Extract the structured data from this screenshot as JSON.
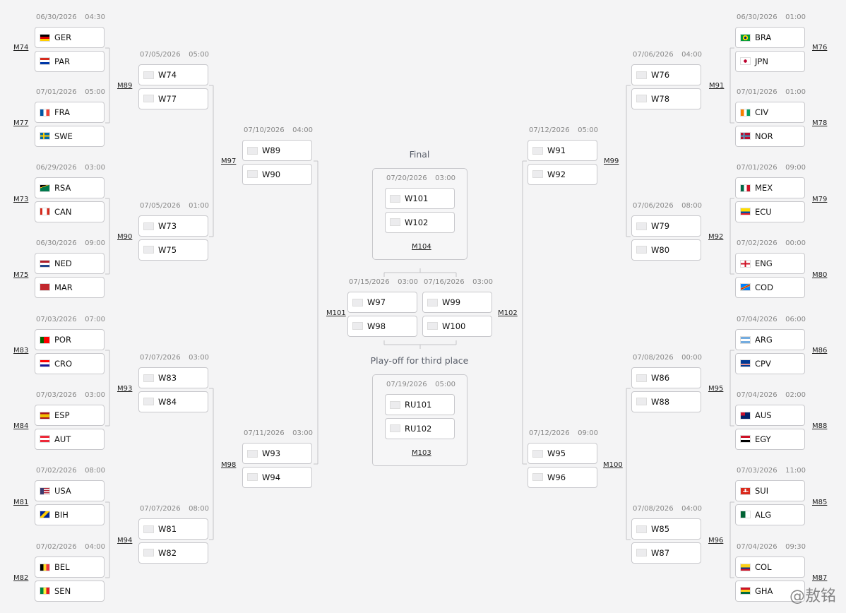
{
  "colors": {
    "bg": "#f4f4f5",
    "box_border": "#c8c8cc",
    "line": "#c4c4c8",
    "placeholder_flag": "#e8e8ea"
  },
  "labels": {
    "final": "Final",
    "third_place": "Play-off for third place",
    "watermark": "@敖铭"
  },
  "matches": [
    {
      "id": "m74",
      "label": "M74",
      "date": "06/30/2026",
      "time": "04:30",
      "teams": [
        {
          "code": "GER",
          "flag": "ger"
        },
        {
          "code": "PAR",
          "flag": "par"
        }
      ]
    },
    {
      "id": "m77",
      "label": "M77",
      "date": "07/01/2026",
      "time": "05:00",
      "teams": [
        {
          "code": "FRA",
          "flag": "fra"
        },
        {
          "code": "SWE",
          "flag": "swe"
        }
      ]
    },
    {
      "id": "m73",
      "label": "M73",
      "date": "06/29/2026",
      "time": "03:00",
      "teams": [
        {
          "code": "RSA",
          "flag": "rsa"
        },
        {
          "code": "CAN",
          "flag": "can"
        }
      ]
    },
    {
      "id": "m75",
      "label": "M75",
      "date": "06/30/2026",
      "time": "09:00",
      "teams": [
        {
          "code": "NED",
          "flag": "ned"
        },
        {
          "code": "MAR",
          "flag": "mar"
        }
      ]
    },
    {
      "id": "m83",
      "label": "M83",
      "date": "07/03/2026",
      "time": "07:00",
      "teams": [
        {
          "code": "POR",
          "flag": "por"
        },
        {
          "code": "CRO",
          "flag": "cro"
        }
      ]
    },
    {
      "id": "m84",
      "label": "M84",
      "date": "07/03/2026",
      "time": "03:00",
      "teams": [
        {
          "code": "ESP",
          "flag": "esp"
        },
        {
          "code": "AUT",
          "flag": "aut"
        }
      ]
    },
    {
      "id": "m81",
      "label": "M81",
      "date": "07/02/2026",
      "time": "08:00",
      "teams": [
        {
          "code": "USA",
          "flag": "usa"
        },
        {
          "code": "BIH",
          "flag": "bih"
        }
      ]
    },
    {
      "id": "m82",
      "label": "M82",
      "date": "07/02/2026",
      "time": "04:00",
      "teams": [
        {
          "code": "BEL",
          "flag": "bel"
        },
        {
          "code": "SEN",
          "flag": "sen"
        }
      ]
    },
    {
      "id": "m89",
      "label": "M89",
      "date": "07/05/2026",
      "time": "05:00",
      "teams": [
        {
          "code": "W74",
          "flag": "none"
        },
        {
          "code": "W77",
          "flag": "none"
        }
      ]
    },
    {
      "id": "m90",
      "label": "M90",
      "date": "07/05/2026",
      "time": "01:00",
      "teams": [
        {
          "code": "W73",
          "flag": "none"
        },
        {
          "code": "W75",
          "flag": "none"
        }
      ]
    },
    {
      "id": "m93",
      "label": "M93",
      "date": "07/07/2026",
      "time": "03:00",
      "teams": [
        {
          "code": "W83",
          "flag": "none"
        },
        {
          "code": "W84",
          "flag": "none"
        }
      ]
    },
    {
      "id": "m94",
      "label": "M94",
      "date": "07/07/2026",
      "time": "08:00",
      "teams": [
        {
          "code": "W81",
          "flag": "none"
        },
        {
          "code": "W82",
          "flag": "none"
        }
      ]
    },
    {
      "id": "m97",
      "label": "M97",
      "date": "07/10/2026",
      "time": "04:00",
      "teams": [
        {
          "code": "W89",
          "flag": "none"
        },
        {
          "code": "W90",
          "flag": "none"
        }
      ]
    },
    {
      "id": "m98",
      "label": "M98",
      "date": "07/11/2026",
      "time": "03:00",
      "teams": [
        {
          "code": "W93",
          "flag": "none"
        },
        {
          "code": "W94",
          "flag": "none"
        }
      ]
    },
    {
      "id": "m101",
      "label": "M101",
      "date": "07/15/2026",
      "time": "03:00",
      "teams": [
        {
          "code": "W97",
          "flag": "none"
        },
        {
          "code": "W98",
          "flag": "none"
        }
      ]
    },
    {
      "id": "m102",
      "label": "M102",
      "date": "07/16/2026",
      "time": "03:00",
      "teams": [
        {
          "code": "W99",
          "flag": "none"
        },
        {
          "code": "W100",
          "flag": "none"
        }
      ]
    },
    {
      "id": "m104",
      "label": "M104",
      "date": "07/20/2026",
      "time": "03:00",
      "teams": [
        {
          "code": "W101",
          "flag": "none"
        },
        {
          "code": "W102",
          "flag": "none"
        }
      ]
    },
    {
      "id": "m103",
      "label": "M103",
      "date": "07/19/2026",
      "time": "05:00",
      "teams": [
        {
          "code": "RU101",
          "flag": "none"
        },
        {
          "code": "RU102",
          "flag": "none"
        }
      ]
    },
    {
      "id": "m99",
      "label": "M99",
      "date": "07/12/2026",
      "time": "05:00",
      "teams": [
        {
          "code": "W91",
          "flag": "none"
        },
        {
          "code": "W92",
          "flag": "none"
        }
      ]
    },
    {
      "id": "m100",
      "label": "M100",
      "date": "07/12/2026",
      "time": "09:00",
      "teams": [
        {
          "code": "W95",
          "flag": "none"
        },
        {
          "code": "W96",
          "flag": "none"
        }
      ]
    },
    {
      "id": "m91",
      "label": "M91",
      "date": "07/06/2026",
      "time": "04:00",
      "teams": [
        {
          "code": "W76",
          "flag": "none"
        },
        {
          "code": "W78",
          "flag": "none"
        }
      ]
    },
    {
      "id": "m92",
      "label": "M92",
      "date": "07/06/2026",
      "time": "08:00",
      "teams": [
        {
          "code": "W79",
          "flag": "none"
        },
        {
          "code": "W80",
          "flag": "none"
        }
      ]
    },
    {
      "id": "m95",
      "label": "M95",
      "date": "07/08/2026",
      "time": "00:00",
      "teams": [
        {
          "code": "W86",
          "flag": "none"
        },
        {
          "code": "W88",
          "flag": "none"
        }
      ]
    },
    {
      "id": "m96",
      "label": "M96",
      "date": "07/08/2026",
      "time": "04:00",
      "teams": [
        {
          "code": "W85",
          "flag": "none"
        },
        {
          "code": "W87",
          "flag": "none"
        }
      ]
    },
    {
      "id": "m76",
      "label": "M76",
      "date": "06/30/2026",
      "time": "01:00",
      "teams": [
        {
          "code": "BRA",
          "flag": "bra"
        },
        {
          "code": "JPN",
          "flag": "jpn"
        }
      ]
    },
    {
      "id": "m78",
      "label": "M78",
      "date": "07/01/2026",
      "time": "01:00",
      "teams": [
        {
          "code": "CIV",
          "flag": "civ"
        },
        {
          "code": "NOR",
          "flag": "nor"
        }
      ]
    },
    {
      "id": "m79",
      "label": "M79",
      "date": "07/01/2026",
      "time": "09:00",
      "teams": [
        {
          "code": "MEX",
          "flag": "mex"
        },
        {
          "code": "ECU",
          "flag": "ecu"
        }
      ]
    },
    {
      "id": "m80",
      "label": "M80",
      "date": "07/02/2026",
      "time": "00:00",
      "teams": [
        {
          "code": "ENG",
          "flag": "eng"
        },
        {
          "code": "COD",
          "flag": "cod"
        }
      ]
    },
    {
      "id": "m86",
      "label": "M86",
      "date": "07/04/2026",
      "time": "06:00",
      "teams": [
        {
          "code": "ARG",
          "flag": "arg"
        },
        {
          "code": "CPV",
          "flag": "cpv"
        }
      ]
    },
    {
      "id": "m88",
      "label": "M88",
      "date": "07/04/2026",
      "time": "02:00",
      "teams": [
        {
          "code": "AUS",
          "flag": "aus"
        },
        {
          "code": "EGY",
          "flag": "egy"
        }
      ]
    },
    {
      "id": "m85",
      "label": "M85",
      "date": "07/03/2026",
      "time": "11:00",
      "teams": [
        {
          "code": "SUI",
          "flag": "sui"
        },
        {
          "code": "ALG",
          "flag": "alg"
        }
      ]
    },
    {
      "id": "m87",
      "label": "M87",
      "date": "07/04/2026",
      "time": "09:30",
      "teams": [
        {
          "code": "COL",
          "flag": "col"
        },
        {
          "code": "GHA",
          "flag": "gha"
        }
      ]
    }
  ]
}
